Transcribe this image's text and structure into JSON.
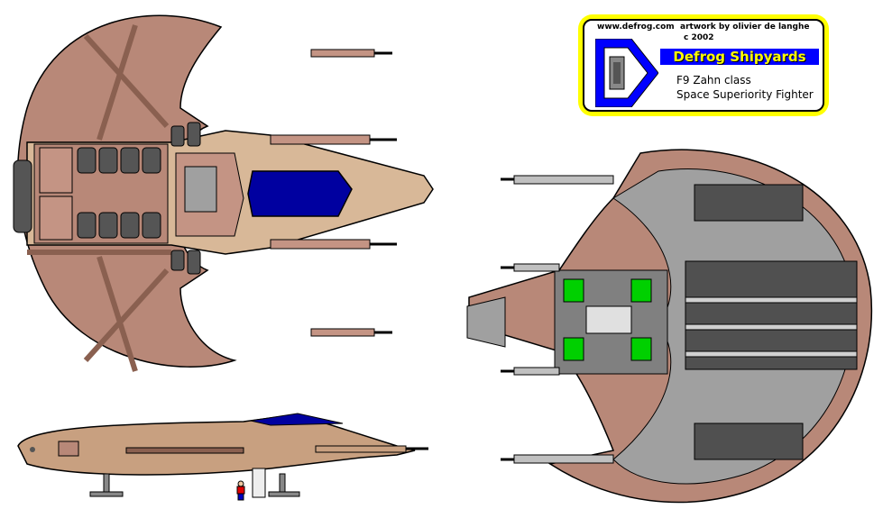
{
  "title_plate": {
    "website": "www.defrog.com",
    "artwork_credit": "artwork by olivier de langhe",
    "copyright": "c 2002",
    "brand": "Defrog Shipyards",
    "model_line1": "F9 Zahn class",
    "model_line2": "Space Superiority Fighter"
  },
  "colors": {
    "hull": "#b88878",
    "hull_light": "#d8b898",
    "canopy": "#0000a0",
    "plate_border": "#ffff00",
    "brand_bg": "#0000ff",
    "interior_green": "#00d000",
    "interior_grey": "#a0a0a0"
  },
  "icons": {
    "logo": "defrog-d-logo",
    "crew_figure": "pilot-figure"
  }
}
